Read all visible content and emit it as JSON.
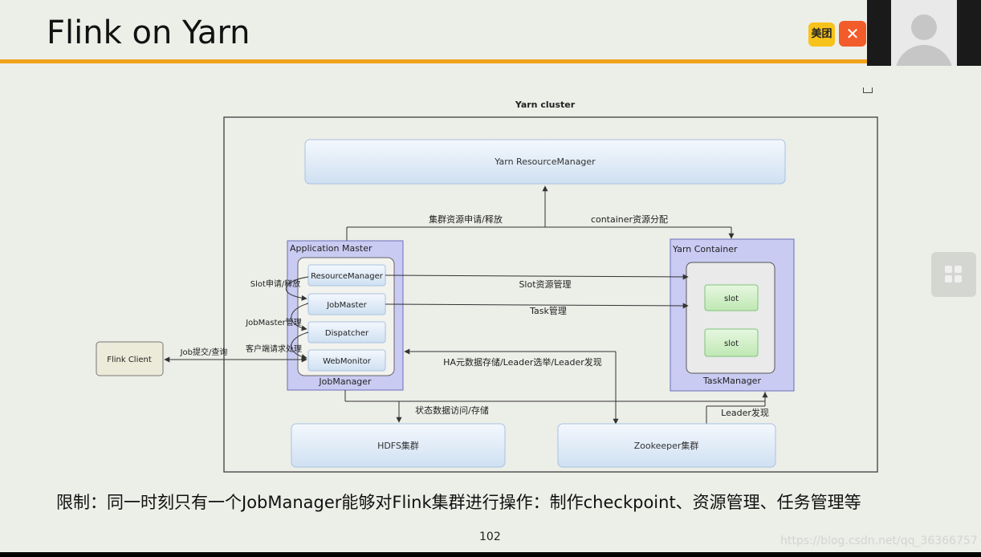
{
  "slide": {
    "title": "Flink on Yarn",
    "logo_meituan": "美团",
    "logo_dianping": "✕",
    "footer_text": "限制：同一时刻只有一个JobManager能够对Flink集群进行操作：制作checkpoint、资源管理、任务管理等",
    "page_number": "102",
    "watermark": "https://blog.csdn.net/qq_36366757"
  },
  "diagram": {
    "cluster_label": "Yarn cluster",
    "resource_manager": "Yarn ResourceManager",
    "application_master": "Application Master",
    "am_components": [
      "ResourceManager",
      "JobMaster",
      "Dispatcher",
      "WebMonitor"
    ],
    "jobmanager_label": "JobManager",
    "yarn_container": "Yarn Container",
    "slots": [
      "slot",
      "slot"
    ],
    "taskmanager_label": "TaskManager",
    "flink_client": "Flink Client",
    "hdfs": "HDFS集群",
    "zookeeper": "Zookeeper集群",
    "edge_labels": {
      "cluster_resource": "集群资源申请/释放",
      "container_alloc": "container资源分配",
      "slot_request": "Slot申请/释放",
      "jobmaster_mgmt": "JobMaster管理",
      "client_handle": "客户端请求处理",
      "job_submit": "Job提交/查询",
      "slot_mgmt": "Slot资源管理",
      "task_mgmt": "Task管理",
      "ha": "HA元数据存储/Leader选举/Leader发现",
      "state": "状态数据访问/存储",
      "leader": "Leader发现"
    }
  }
}
